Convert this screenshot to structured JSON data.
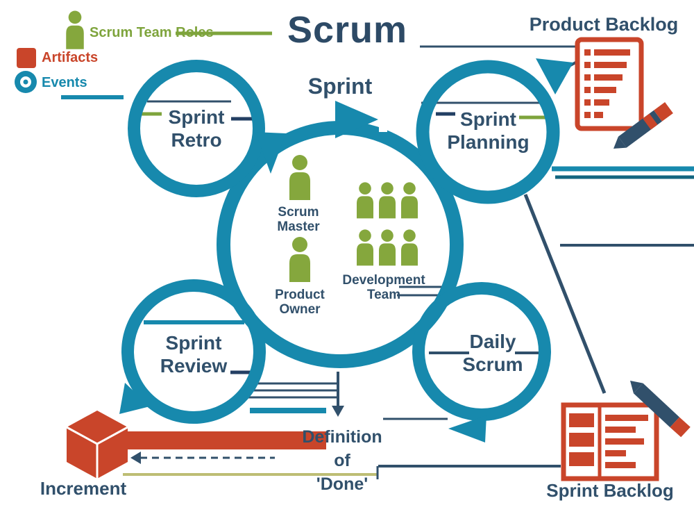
{
  "title": "Scrum",
  "colors": {
    "teal": "#1789ad",
    "navy": "#31506b",
    "green": "#85a73d",
    "red": "#c9452a",
    "olive": "#bdbd74"
  },
  "legend": {
    "items": [
      {
        "icon": "person-icon",
        "label": "Scrum Team Roles",
        "color": "#7ea43c"
      },
      {
        "icon": "artifact-square-icon",
        "label": "Artifacts",
        "color": "#c9452a"
      },
      {
        "icon": "event-circle-icon",
        "label": "Events",
        "color": "#1789ad"
      }
    ]
  },
  "center": {
    "label": "Sprint"
  },
  "rings": [
    {
      "line1": "Sprint",
      "line2": "Retro"
    },
    {
      "line1": "Sprint",
      "line2": "Planning"
    },
    {
      "line1": "Sprint",
      "line2": "Review"
    },
    {
      "line1": "Daily",
      "line2": "Scrum"
    }
  ],
  "roles": {
    "scrum_master": {
      "line1": "Scrum",
      "line2": "Master"
    },
    "product_owner": {
      "line1": "Product",
      "line2": "Owner"
    },
    "dev_team": {
      "line1": "Development",
      "line2": "Team"
    }
  },
  "artifacts": {
    "product_backlog": "Product Backlog",
    "sprint_backlog": "Sprint Backlog",
    "increment": "Increment"
  },
  "definition_of_done": {
    "line1": "Definition",
    "line2": "of",
    "line3": "'Done'"
  }
}
